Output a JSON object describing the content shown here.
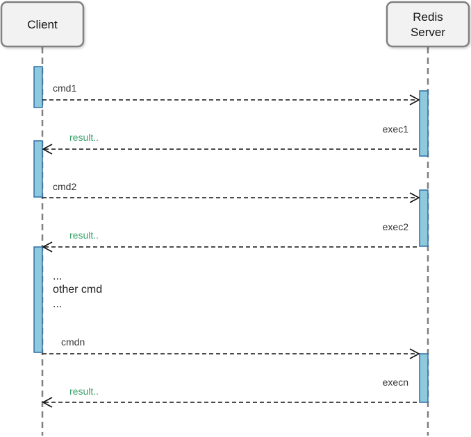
{
  "participants": {
    "client": "Client",
    "server_line1": "Redis",
    "server_line2": "Server"
  },
  "messages": [
    {
      "id": "cmd1",
      "label": "cmd1"
    },
    {
      "id": "result1",
      "label": "result.."
    },
    {
      "id": "cmd2",
      "label": "cmd2"
    },
    {
      "id": "result2",
      "label": "result.."
    },
    {
      "id": "cmdn",
      "label": "cmdn"
    },
    {
      "id": "resultn",
      "label": "result.."
    }
  ],
  "executions": [
    {
      "id": "exec1",
      "label": "exec1"
    },
    {
      "id": "exec2",
      "label": "exec2"
    },
    {
      "id": "execn",
      "label": "execn"
    }
  ],
  "note": {
    "line1": "...",
    "line2": "other cmd",
    "line3": "..."
  },
  "colors": {
    "activation_fill": "#8ec9de",
    "activation_stroke": "#2f6fa6",
    "result_label": "#3aa36b",
    "box_fill": "#f2f2f2",
    "lifeline": "#808080"
  }
}
